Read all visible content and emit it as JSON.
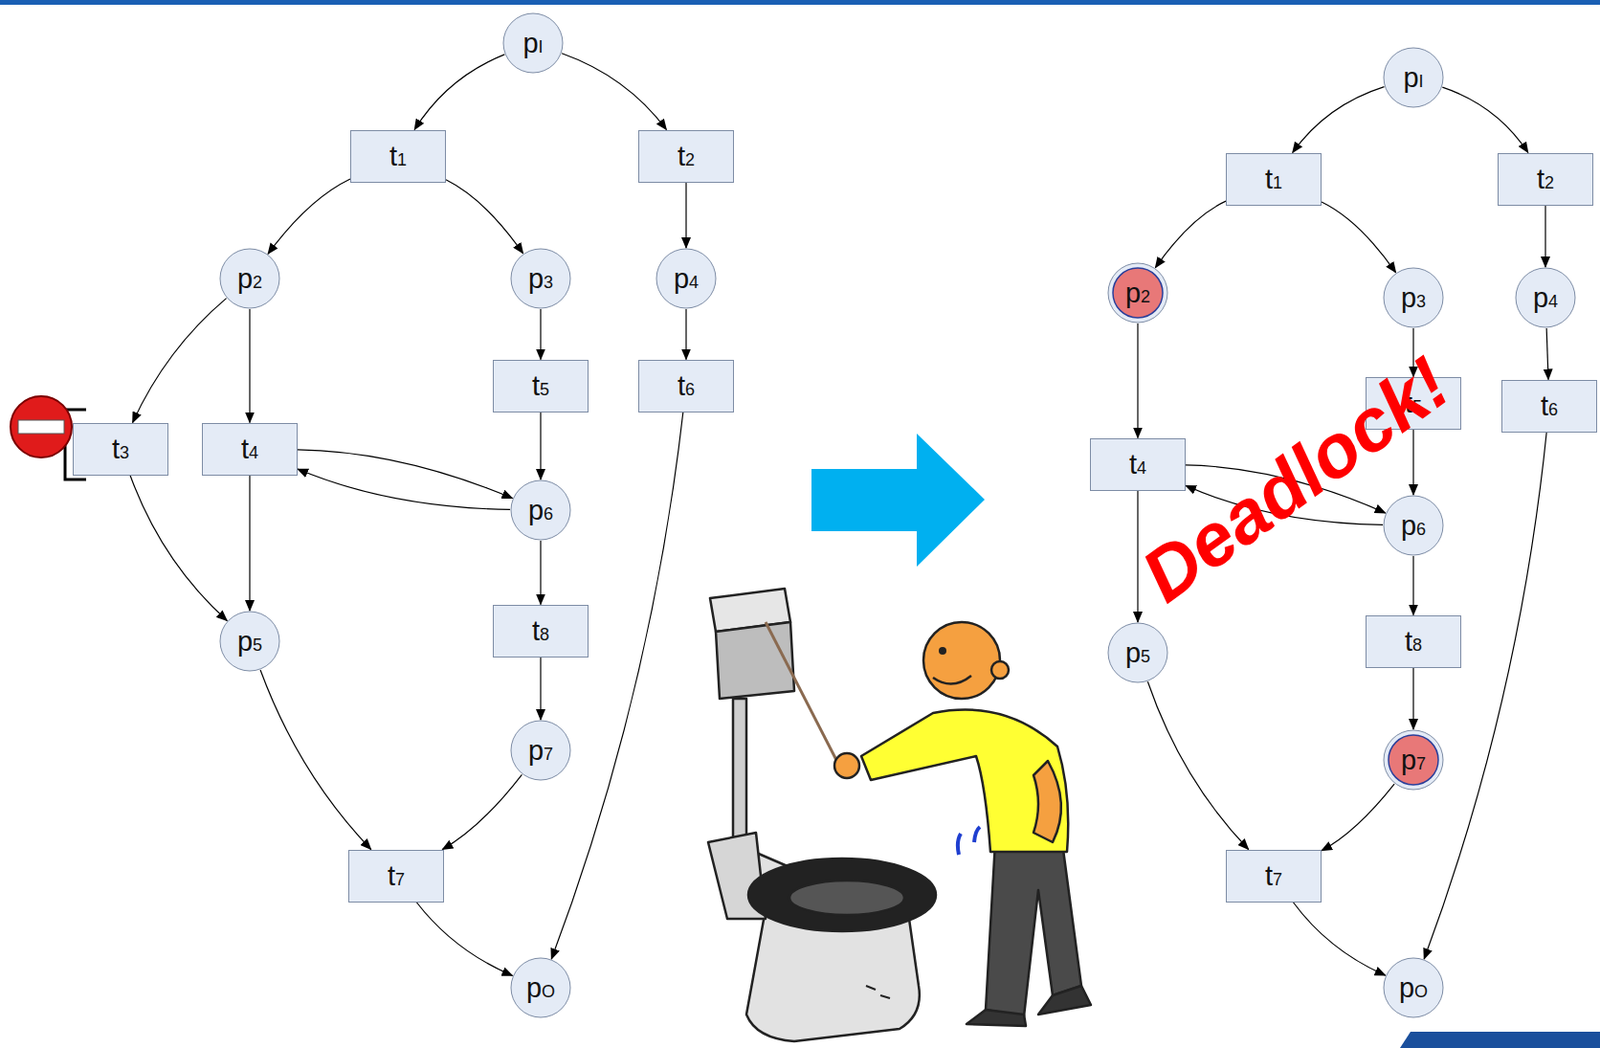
{
  "diagram": {
    "nodes": [
      {
        "text": [
          "pI"
        ]
      },
      {
        "text": [
          "t1"
        ]
      },
      {
        "text": [
          "t2"
        ]
      },
      {
        "text": [
          "p2"
        ]
      },
      {
        "text": [
          "p3"
        ]
      },
      {
        "text": [
          "p4"
        ]
      },
      {
        "text": [
          "t5"
        ]
      },
      {
        "text": [
          "t6"
        ]
      },
      {
        "text": [
          "t3"
        ]
      },
      {
        "text": [
          "t4"
        ]
      },
      {
        "text": [
          "p6"
        ]
      },
      {
        "text": [
          "p5"
        ]
      },
      {
        "text": [
          "t8"
        ]
      },
      {
        "text": [
          "p7"
        ]
      },
      {
        "text": [
          "t7"
        ]
      },
      {
        "text": [
          "pO"
        ]
      },
      {
        "text": [
          "pI"
        ]
      },
      {
        "text": [
          "t1"
        ]
      },
      {
        "text": [
          "t2"
        ]
      },
      {
        "text": [
          "p2"
        ]
      },
      {
        "text": [
          "p3"
        ]
      },
      {
        "text": [
          "p4"
        ]
      },
      {
        "text": [
          "t5"
        ]
      },
      {
        "text": [
          "t6"
        ]
      },
      {
        "text": [
          "t4"
        ]
      },
      {
        "text": [
          "p6"
        ]
      },
      {
        "text": [
          "p5"
        ]
      },
      {
        "text": [
          "t8"
        ]
      },
      {
        "text": [
          "p7"
        ]
      },
      {
        "text": [
          "t7"
        ]
      },
      {
        "text": [
          "pO"
        ]
      }
    ],
    "edges": [
      {
        "from": 0,
        "to": 1,
        "arrow": "to"
      },
      {
        "from": 0,
        "to": 2,
        "arrow": "to"
      },
      {
        "from": 1,
        "to": 3,
        "arrow": "to"
      },
      {
        "from": 1,
        "to": 4,
        "arrow": "to"
      },
      {
        "from": 2,
        "to": 5,
        "arrow": "to"
      },
      {
        "from": 3,
        "to": 8,
        "arrow": "to"
      },
      {
        "from": 3,
        "to": 9,
        "arrow": "to"
      },
      {
        "from": 4,
        "to": 6,
        "arrow": "to"
      },
      {
        "from": 5,
        "to": 7,
        "arrow": "to"
      },
      {
        "from": 8,
        "to": 11,
        "arrow": "to"
      },
      {
        "from": 9,
        "to": 11,
        "arrow": "to"
      },
      {
        "from": 9,
        "to": 10,
        "arrow": "to"
      },
      {
        "from": 10,
        "to": 9,
        "arrow": "to"
      },
      {
        "from": 6,
        "to": 10,
        "arrow": "to"
      },
      {
        "from": 7,
        "to": 15,
        "arrow": "to"
      },
      {
        "from": 10,
        "to": 12,
        "arrow": "to"
      },
      {
        "from": 12,
        "to": 13,
        "arrow": "to"
      },
      {
        "from": 11,
        "to": 14,
        "arrow": "to"
      },
      {
        "from": 13,
        "to": 14,
        "arrow": "to"
      },
      {
        "from": 14,
        "to": 15,
        "arrow": "to"
      },
      {
        "from": 16,
        "to": 17,
        "arrow": "to"
      },
      {
        "from": 16,
        "to": 18,
        "arrow": "to"
      },
      {
        "from": 17,
        "to": 19,
        "arrow": "to"
      },
      {
        "from": 17,
        "to": 20,
        "arrow": "to"
      },
      {
        "from": 18,
        "to": 21,
        "arrow": "to"
      },
      {
        "from": 19,
        "to": 24,
        "arrow": "to"
      },
      {
        "from": 20,
        "to": 22,
        "arrow": "to"
      },
      {
        "from": 21,
        "to": 23,
        "arrow": "to"
      },
      {
        "from": 24,
        "to": 26,
        "arrow": "to"
      },
      {
        "from": 24,
        "to": 25,
        "arrow": "to"
      },
      {
        "from": 25,
        "to": 24,
        "arrow": "to"
      },
      {
        "from": 22,
        "to": 25,
        "arrow": "to"
      },
      {
        "from": 23,
        "to": 30,
        "arrow": "to"
      },
      {
        "from": 25,
        "to": 27,
        "arrow": "to"
      },
      {
        "from": 27,
        "to": 28,
        "arrow": "to"
      },
      {
        "from": 26,
        "to": 29,
        "arrow": "to"
      },
      {
        "from": 28,
        "to": 29,
        "arrow": "to"
      },
      {
        "from": 29,
        "to": 30,
        "arrow": "to"
      }
    ],
    "labels": [
      "Deadlock!"
    ]
  }
}
